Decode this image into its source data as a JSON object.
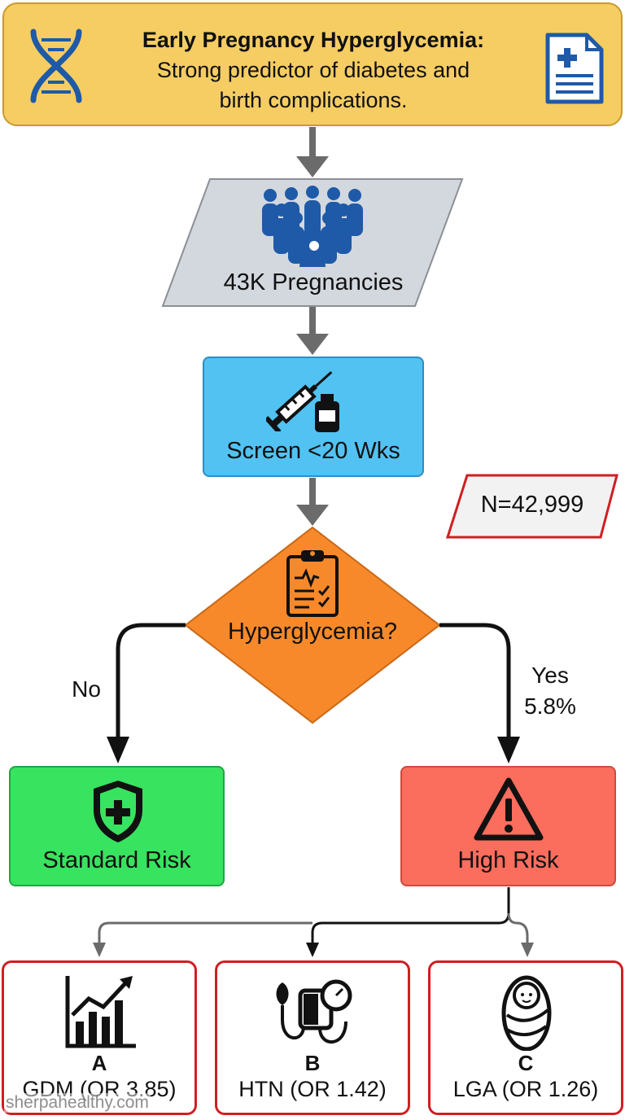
{
  "header": {
    "title": "Early Pregnancy Hyperglycemia:",
    "subtitle_line1": "Strong predictor of diabetes and",
    "subtitle_line2": "birth complications.",
    "left_icon": "dna-icon",
    "right_icon": "medical-document-icon"
  },
  "cohort": {
    "label": "43K Pregnancies",
    "icon": "crowd-icon"
  },
  "screening": {
    "label": "Screen <20 Wks",
    "icon": "syringe-vial-icon"
  },
  "sample_size": {
    "label": "N=42,999"
  },
  "decision": {
    "label": "Hyperglycemia?",
    "icon": "clipboard-check-icon"
  },
  "branches": {
    "no": {
      "label": "No"
    },
    "yes": {
      "label": "Yes",
      "percent": "5.8%"
    }
  },
  "standard_risk": {
    "label": "Standard Risk",
    "icon": "shield-plus-icon"
  },
  "high_risk": {
    "label": "High Risk",
    "icon": "warning-icon"
  },
  "outcomes": [
    {
      "letter": "A",
      "label": "GDM (OR 3.85)",
      "icon": "bar-chart-trend-icon"
    },
    {
      "letter": "B",
      "label": "HTN (OR 1.42)",
      "icon": "blood-pressure-cuff-icon"
    },
    {
      "letter": "C",
      "label": "LGA (OR 1.26)",
      "icon": "swaddled-baby-icon"
    }
  ],
  "watermark": "sherpahealthy.com",
  "colors": {
    "header_fill": "#f5cd63",
    "screen_fill": "#52c2f2",
    "decision_fill": "#f7892b",
    "standard_fill": "#38e35f",
    "high_fill": "#fb6d5d",
    "outcome_border": "#d01e23",
    "icon_blue": "#1e5aa8"
  }
}
